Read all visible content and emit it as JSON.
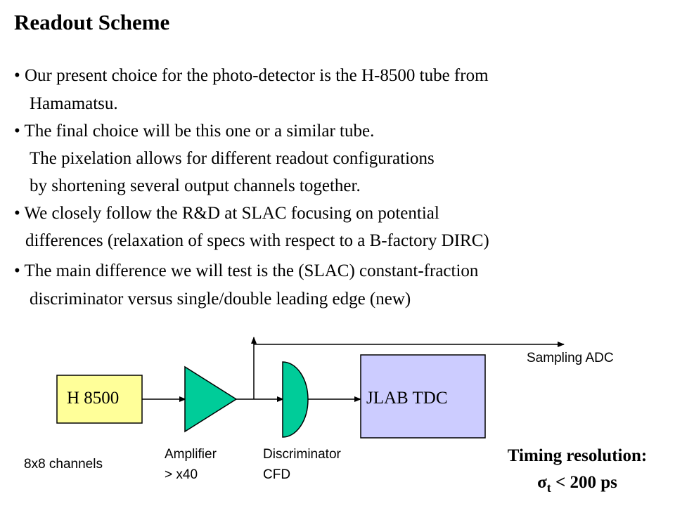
{
  "title": "Readout Scheme",
  "bullets": [
    "• Our present choice for the photo-detector is the H-8500 tube from",
    "Hamamatsu.",
    "• The final choice will be this one or a similar tube.",
    "The pixelation allows for different readout configurations",
    "by shortening several output channels together.",
    "• We closely follow the R&D at SLAC focusing on potential",
    "differences (relaxation of specs with respect to a B-factory DIRC)",
    "• The main difference we will test is the (SLAC) constant-fraction",
    "discriminator versus single/double leading edge (new)"
  ],
  "diagram": {
    "pmt_label": "H 8500",
    "pmt_channels": "8x8 channels",
    "amplifier_line1": "Amplifier",
    "amplifier_line2": "> x40",
    "discriminator_line1": "Discriminator",
    "discriminator_line2": "CFD",
    "tdc_label": "JLAB TDC",
    "sampling_adc": "Sampling ADC",
    "timing_title": "Timing resolution:",
    "timing_sigma": "σ",
    "timing_sub": "t",
    "timing_value": " < 200 ps"
  },
  "colors": {
    "pmt_fill": "#ffff99",
    "amplifier_fill": "#00cc99",
    "tdc_fill": "#ccccff"
  }
}
